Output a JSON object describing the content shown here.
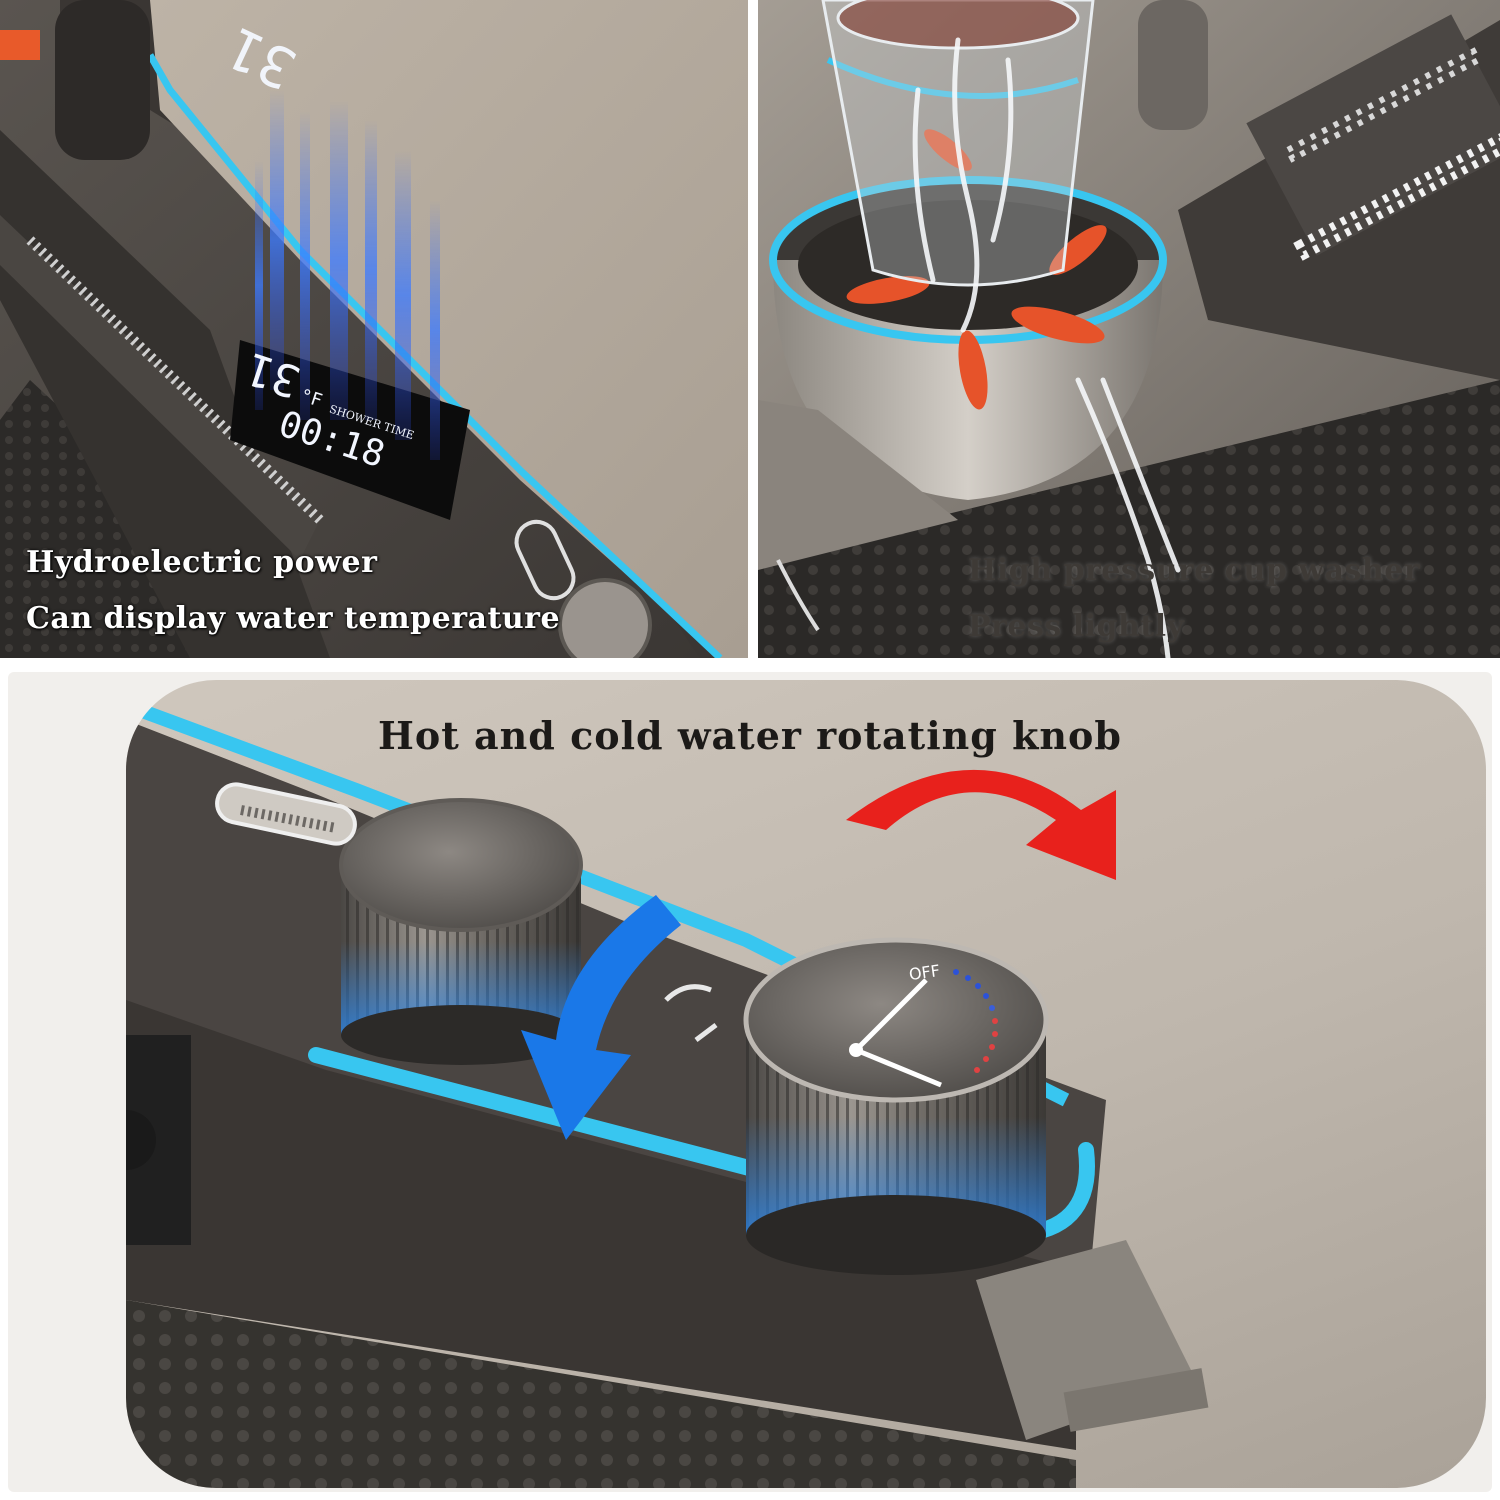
{
  "panels": {
    "top_left": {
      "captions": [
        "Hydroelectric power",
        "Can display water temperature"
      ],
      "display": {
        "temperature": "31",
        "unit": "°F",
        "label": "SHOWER TIME",
        "time": "00:18"
      }
    },
    "top_right": {
      "captions": [
        "High pressure cup washer",
        "Press lightly"
      ]
    },
    "bottom": {
      "title": "Hot and cold water rotating knob",
      "knob_label": "OFF"
    }
  },
  "colors": {
    "accent_glow": "#38c6f0",
    "hot_arrow": "#e8211c",
    "cold_arrow": "#1a78e8",
    "cup_washer_blades": "#e6532a"
  }
}
